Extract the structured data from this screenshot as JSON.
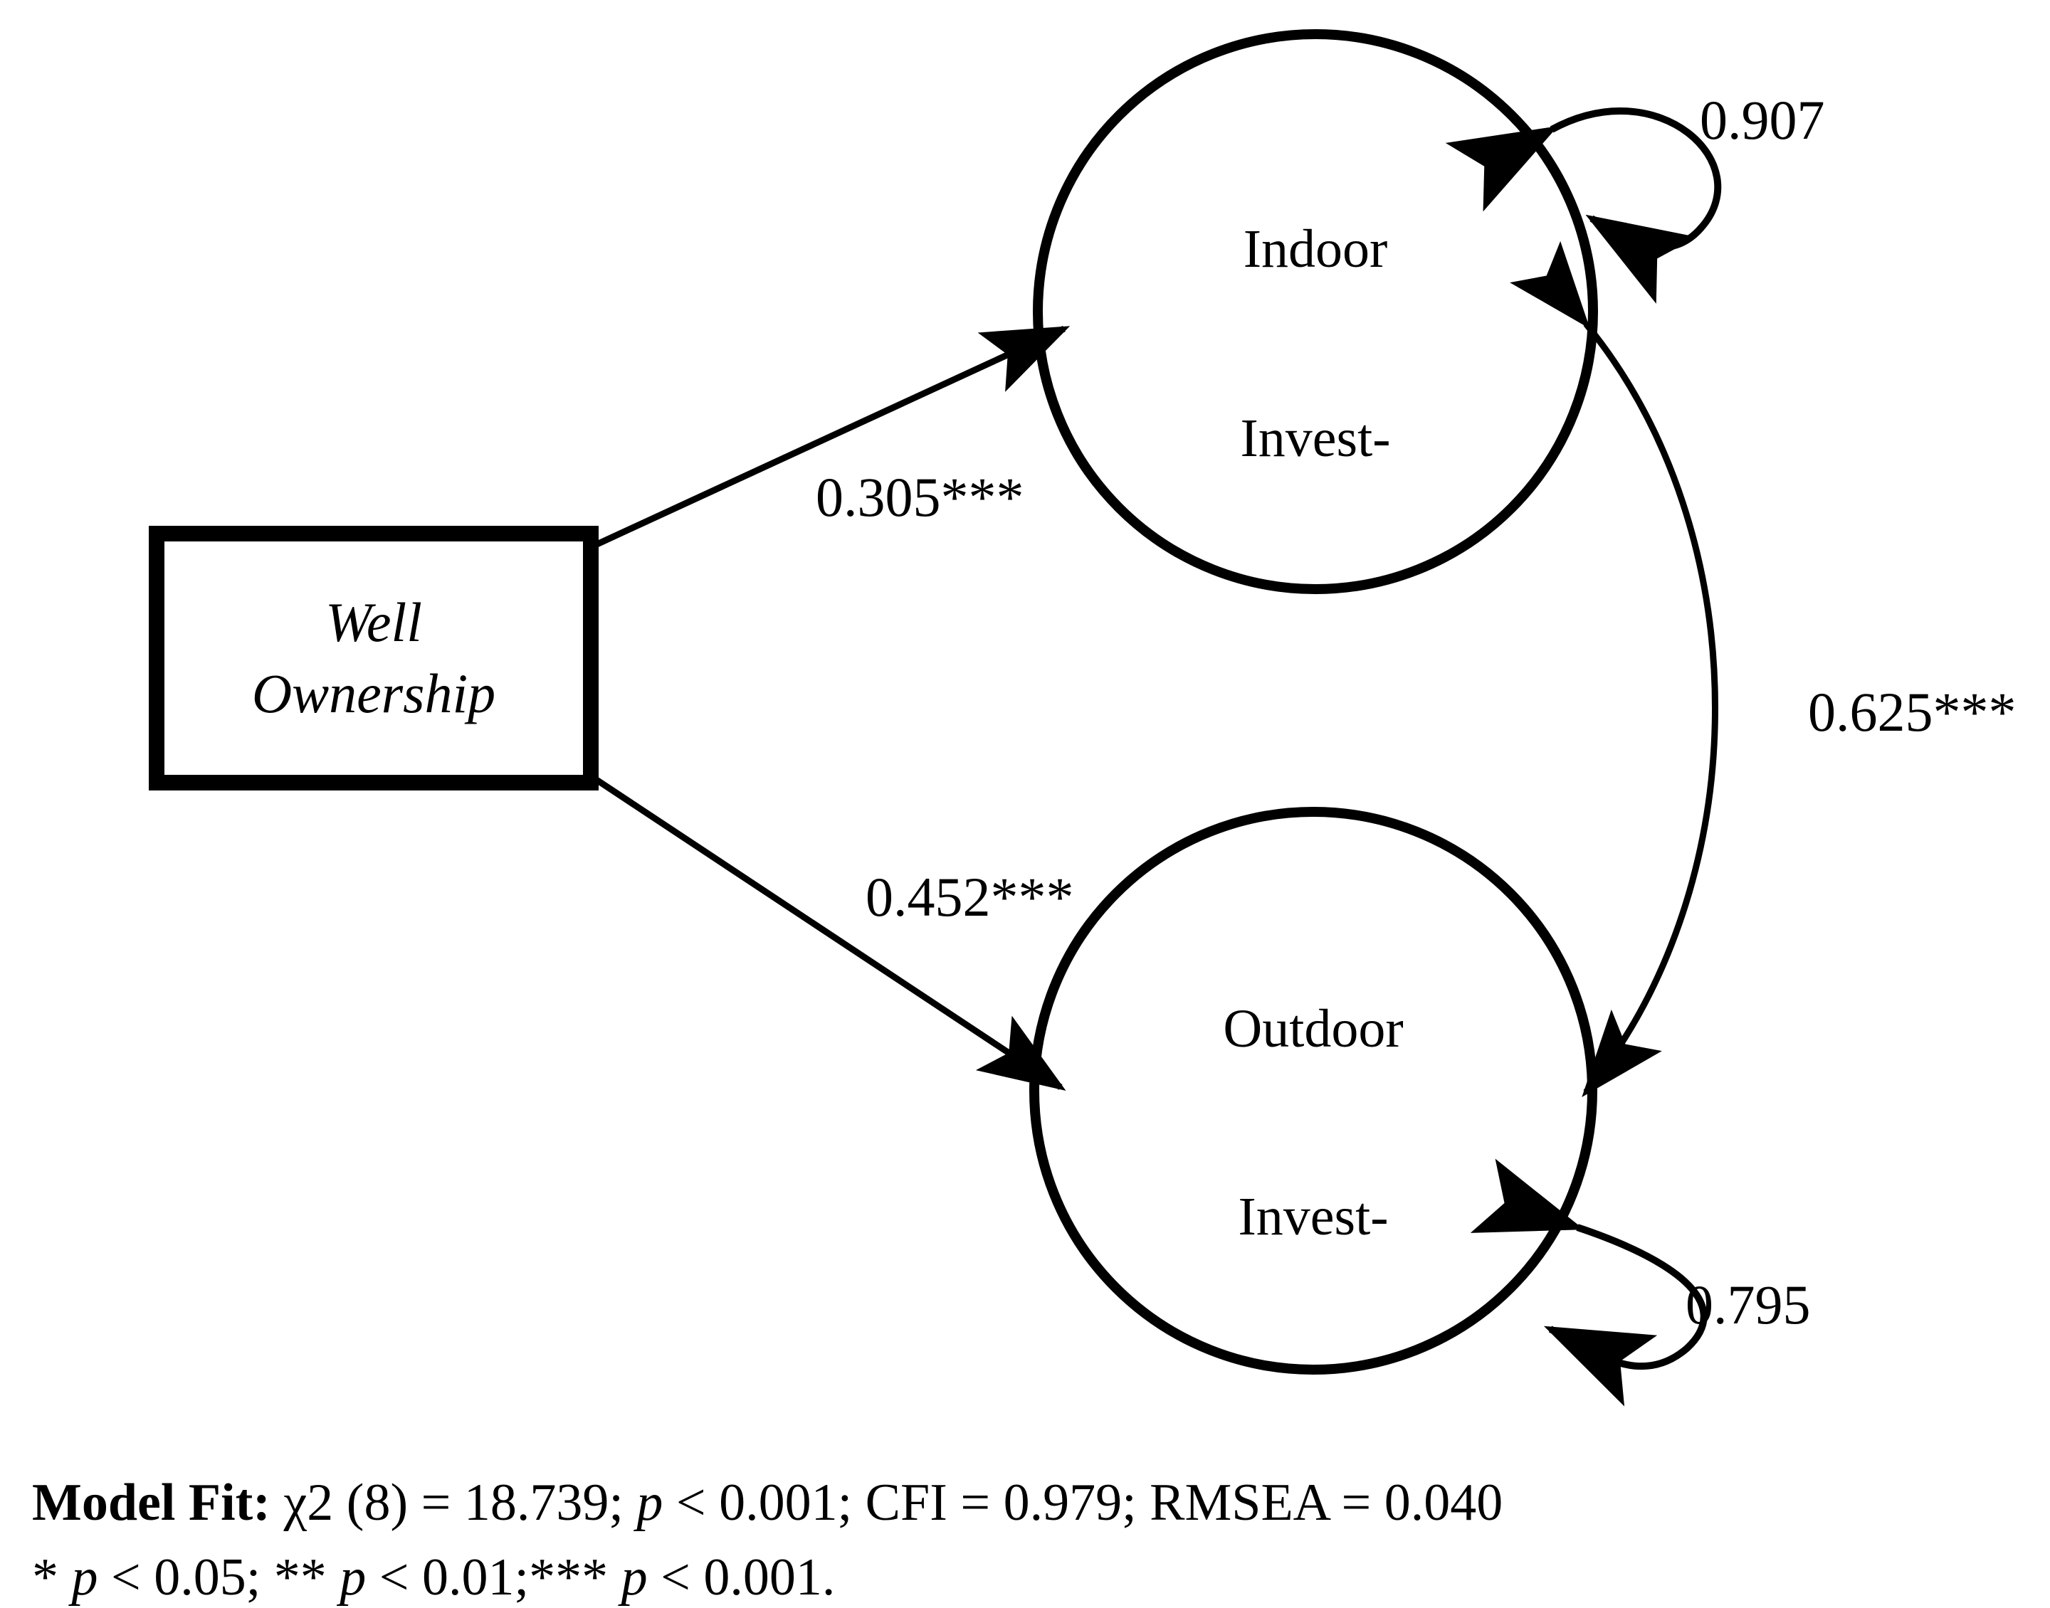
{
  "figure": {
    "type": "path-diagram",
    "description": "Structural equation model path diagram",
    "background_color": "#ffffff",
    "stroke_color": "#000000"
  },
  "nodes": {
    "exogenous_box": {
      "shape": "rectangle",
      "label_line1": "Well",
      "label_line2": "Ownership",
      "style": "italic"
    },
    "indoor_circle": {
      "shape": "circle",
      "label_line1": "Indoor",
      "label_line2": "Invest-"
    },
    "outdoor_circle": {
      "shape": "circle",
      "label_line1": "Outdoor",
      "label_line2": "Invest-"
    }
  },
  "edges": {
    "well_to_indoor": {
      "label": "0.305***",
      "from": "Well Ownership",
      "to": "Indoor Invest-",
      "kind": "directed"
    },
    "well_to_outdoor": {
      "label": "0.452***",
      "from": "Well Ownership",
      "to": "Outdoor Invest-",
      "kind": "directed"
    },
    "indoor_outdoor_covariance": {
      "label": "0.625***",
      "from": "Indoor Invest-",
      "to": "Outdoor Invest-",
      "kind": "bidirectional"
    },
    "indoor_residual": {
      "label": "0.907",
      "on": "Indoor Invest-",
      "kind": "self-loop"
    },
    "outdoor_residual": {
      "label": "0.795",
      "on": "Outdoor Invest-",
      "kind": "self-loop"
    }
  },
  "footer": {
    "model_fit_label": "Model Fit:",
    "model_fit_stats": " χ2 (8) = 18.739; ",
    "p_italic_1": "p",
    "p_rest_1": " < 0.001; CFI = 0.979; RMSEA = 0.040",
    "sig_star_1": "* ",
    "sig_p_1": "p",
    "sig_rest_1": " < 0.05;  ",
    "sig_star_2": "** ",
    "sig_p_2": "p",
    "sig_rest_2": " < 0.01;",
    "sig_star_3": "*** ",
    "sig_p_3": "p",
    "sig_rest_3": " < 0.001."
  },
  "chart_data": {
    "type": "diagram",
    "title": "",
    "model": "SEM path diagram: Well Ownership predicting Indoor and Outdoor Investment",
    "paths": [
      {
        "from": "Well Ownership",
        "to": "Indoor Invest-",
        "estimate": 0.305,
        "significance": "***",
        "type": "regression"
      },
      {
        "from": "Well Ownership",
        "to": "Outdoor Invest-",
        "estimate": 0.452,
        "significance": "***",
        "type": "regression"
      },
      {
        "from": "Indoor Invest-",
        "to": "Outdoor Invest-",
        "estimate": 0.625,
        "significance": "***",
        "type": "covariance"
      },
      {
        "from": "Indoor Invest-",
        "to": "Indoor Invest-",
        "estimate": 0.907,
        "significance": "",
        "type": "residual-variance"
      },
      {
        "from": "Outdoor Invest-",
        "to": "Outdoor Invest-",
        "estimate": 0.795,
        "significance": "",
        "type": "residual-variance"
      }
    ],
    "fit_indices": {
      "chi_square": 18.739,
      "df": 8,
      "p_value": "< 0.001",
      "CFI": 0.979,
      "RMSEA": 0.04
    },
    "significance_legend": {
      "*": "p < 0.05",
      "**": "p < 0.01",
      "***": "p < 0.001"
    }
  }
}
